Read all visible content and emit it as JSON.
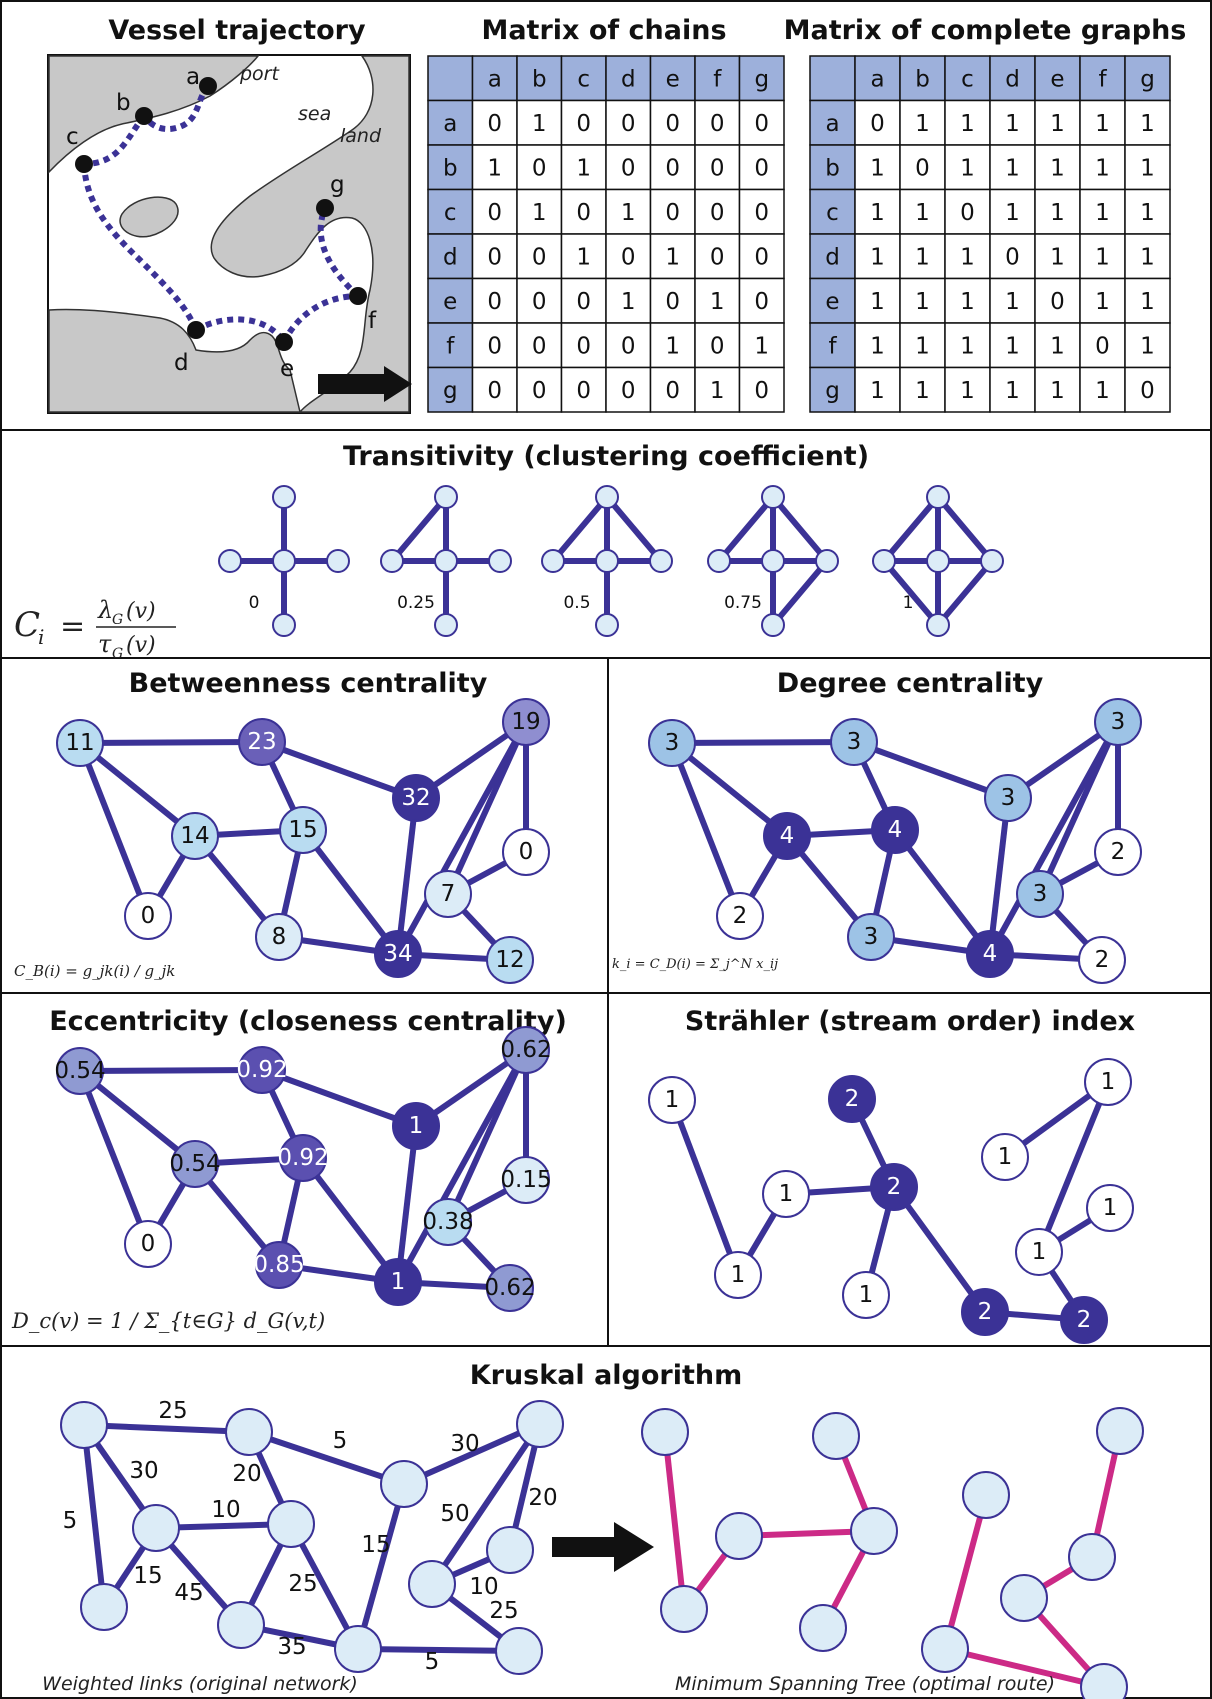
{
  "colors": {
    "edge": "#3b3296",
    "mst": "#cc2a86",
    "node_light": "#dcecf7",
    "matrix_header": "#9db0db",
    "land": "#c8c8c8",
    "dark": "#3b3296"
  },
  "panels": {
    "vessel": {
      "title": "Vessel trajectory",
      "labels": [
        "port",
        "sea",
        "land"
      ],
      "points": [
        "a",
        "b",
        "c",
        "d",
        "e",
        "f",
        "g"
      ]
    },
    "chains": {
      "title": "Matrix of chains",
      "labels": [
        "a",
        "b",
        "c",
        "d",
        "e",
        "f",
        "g"
      ],
      "rows": [
        [
          0,
          1,
          0,
          0,
          0,
          0,
          0
        ],
        [
          1,
          0,
          1,
          0,
          0,
          0,
          0
        ],
        [
          0,
          1,
          0,
          1,
          0,
          0,
          0
        ],
        [
          0,
          0,
          1,
          0,
          1,
          0,
          0
        ],
        [
          0,
          0,
          0,
          1,
          0,
          1,
          0
        ],
        [
          0,
          0,
          0,
          0,
          1,
          0,
          1
        ],
        [
          0,
          0,
          0,
          0,
          0,
          1,
          0
        ]
      ]
    },
    "complete": {
      "title": "Matrix of complete graphs",
      "labels": [
        "a",
        "b",
        "c",
        "d",
        "e",
        "f",
        "g"
      ],
      "rows": [
        [
          0,
          1,
          1,
          1,
          1,
          1,
          1
        ],
        [
          1,
          0,
          1,
          1,
          1,
          1,
          1
        ],
        [
          1,
          1,
          0,
          1,
          1,
          1,
          1
        ],
        [
          1,
          1,
          1,
          0,
          1,
          1,
          1
        ],
        [
          1,
          1,
          1,
          1,
          0,
          1,
          1
        ],
        [
          1,
          1,
          1,
          1,
          1,
          0,
          1
        ],
        [
          1,
          1,
          1,
          1,
          1,
          1,
          0
        ]
      ]
    },
    "transitivity": {
      "title": "Transitivity (clustering coefficient)",
      "values": [
        "0",
        "0.25",
        "0.5",
        "0.75",
        "1"
      ],
      "formula": {
        "lhs": "C",
        "sub": "i",
        "eq": "=",
        "num": "λ",
        "num_sub": "G",
        "num_arg": "(v)",
        "den": "τ",
        "den_sub": "G",
        "den_arg": "(v)"
      }
    },
    "betweenness": {
      "title": "Betweenness centrality",
      "values": [
        "11",
        "23",
        "19",
        "32",
        "14",
        "15",
        "0",
        "7",
        "0",
        "8",
        "34",
        "12"
      ],
      "formula": "C_B(i) = g_jk(i) / g_jk"
    },
    "degree": {
      "title": "Degree centrality",
      "values": [
        "3",
        "3",
        "3",
        "3",
        "4",
        "4",
        "2",
        "3",
        "2",
        "3",
        "4",
        "2"
      ],
      "formula": "k_i = C_D(i) = Σ_j^N x_ij"
    },
    "eccentricity": {
      "title": "Eccentricity (closeness centrality)",
      "values": [
        "0.54",
        "0.92",
        "0.62",
        "1",
        "0.54",
        "0.92",
        "0",
        "0.38",
        "0.15",
        "0.85",
        "1",
        "0.62"
      ],
      "formula": "D_c(v) = 1 / Σ_{t∈G} d_G(v,t)"
    },
    "strahler": {
      "title": "Strähler (stream order) index",
      "values": [
        "1",
        "2",
        "1",
        "1",
        "1",
        "2",
        "1",
        "1",
        "1",
        "1",
        "2",
        "2"
      ]
    },
    "kruskal": {
      "title": "Kruskal algorithm",
      "left_caption": "Weighted links (original network)",
      "right_caption": "Minimum Spanning Tree (optimal route)",
      "weights": [
        "25",
        "5",
        "30",
        "20",
        "30",
        "5",
        "10",
        "20",
        "50",
        "15",
        "15",
        "25",
        "45",
        "10",
        "25",
        "35",
        "5"
      ]
    }
  }
}
